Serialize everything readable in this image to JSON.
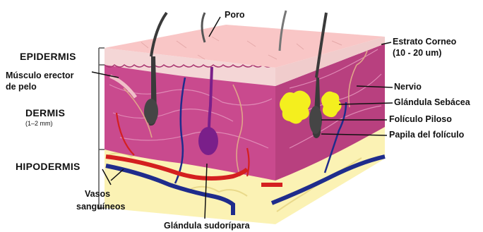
{
  "labels": {
    "poro": "Poro",
    "estrato_corneo": "Estrato Corneo",
    "estrato_corneo_range": "(10 - 20 um)",
    "epidermis": "EPIDERMIS",
    "musculo_line1": "Músculo erector",
    "musculo_line2": "de pelo",
    "nervio": "Nervio",
    "glandula_sebacea": "Glándula Sebácea",
    "dermis": "DERMIS",
    "dermis_range": "(1–2 mm)",
    "foliculo_piloso": "Folículo Piloso",
    "papila": "Papila del folículo",
    "hipodermis": "HIPODERMIS",
    "vasos_line1": "Vasos",
    "vasos_line2": "sanguíneos",
    "glandula_sudoripara": "Glándula sudorípara"
  },
  "colors": {
    "epidermis_top": "#f9c6c6",
    "dermis": "#c94a8e",
    "hypodermis": "#fbf2b4",
    "sebaceous": "#f4ef1e",
    "follicle": "#3a3a3a",
    "sweat_gland": "#7a1f8a",
    "artery": "#d42020",
    "vein": "#1f2c8c"
  }
}
